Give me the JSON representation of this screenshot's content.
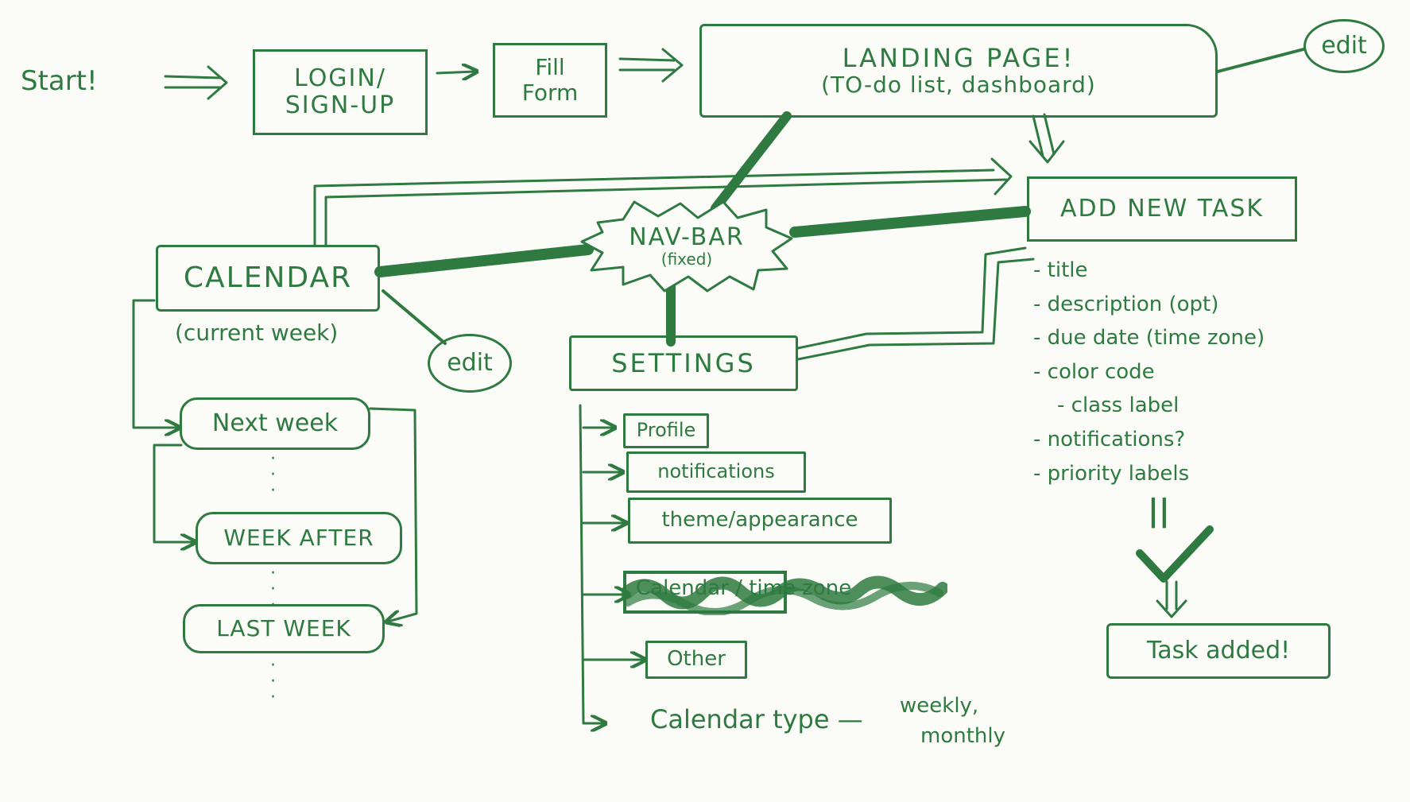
{
  "ink_color": "#2e7a40",
  "start": {
    "label": "Start!"
  },
  "login": {
    "line1": "LOGIN/",
    "line2": "SIGN-UP"
  },
  "fill_form": {
    "line1": "Fill",
    "line2": "Form"
  },
  "landing": {
    "line1": "LANDING PAGE!",
    "line2": "(TO-do list, dashboard)"
  },
  "edit_landing": {
    "label": "edit"
  },
  "add_task": {
    "title": "ADD NEW TASK",
    "fields": [
      "title",
      "description (opt)",
      "due date (time zone)",
      "color code",
      "class label",
      "notifications?",
      "priority labels"
    ]
  },
  "check_icon": "checkmark-icon",
  "equals": "||",
  "task_added": {
    "label": "Task added!"
  },
  "navbar": {
    "line1": "NAV-BAR",
    "line2": "(fixed)"
  },
  "calendar": {
    "title": "CALENDAR",
    "subtitle": "(current week)"
  },
  "edit_calendar": {
    "label": "edit"
  },
  "weeks": {
    "next": "Next week",
    "after": "WEEK AFTER",
    "last": "LAST WEEK",
    "dots": "·\n·\n·"
  },
  "settings": {
    "title": "SETTINGS",
    "items": {
      "profile": "Profile",
      "notifications": "notifications",
      "theme": "theme/appearance",
      "calendar_tz": "Calendar / time zone",
      "other": "Other"
    },
    "calendar_type": {
      "label": "Calendar type",
      "dash": "—",
      "options_line1": "weekly,",
      "options_line2": "monthly"
    }
  }
}
